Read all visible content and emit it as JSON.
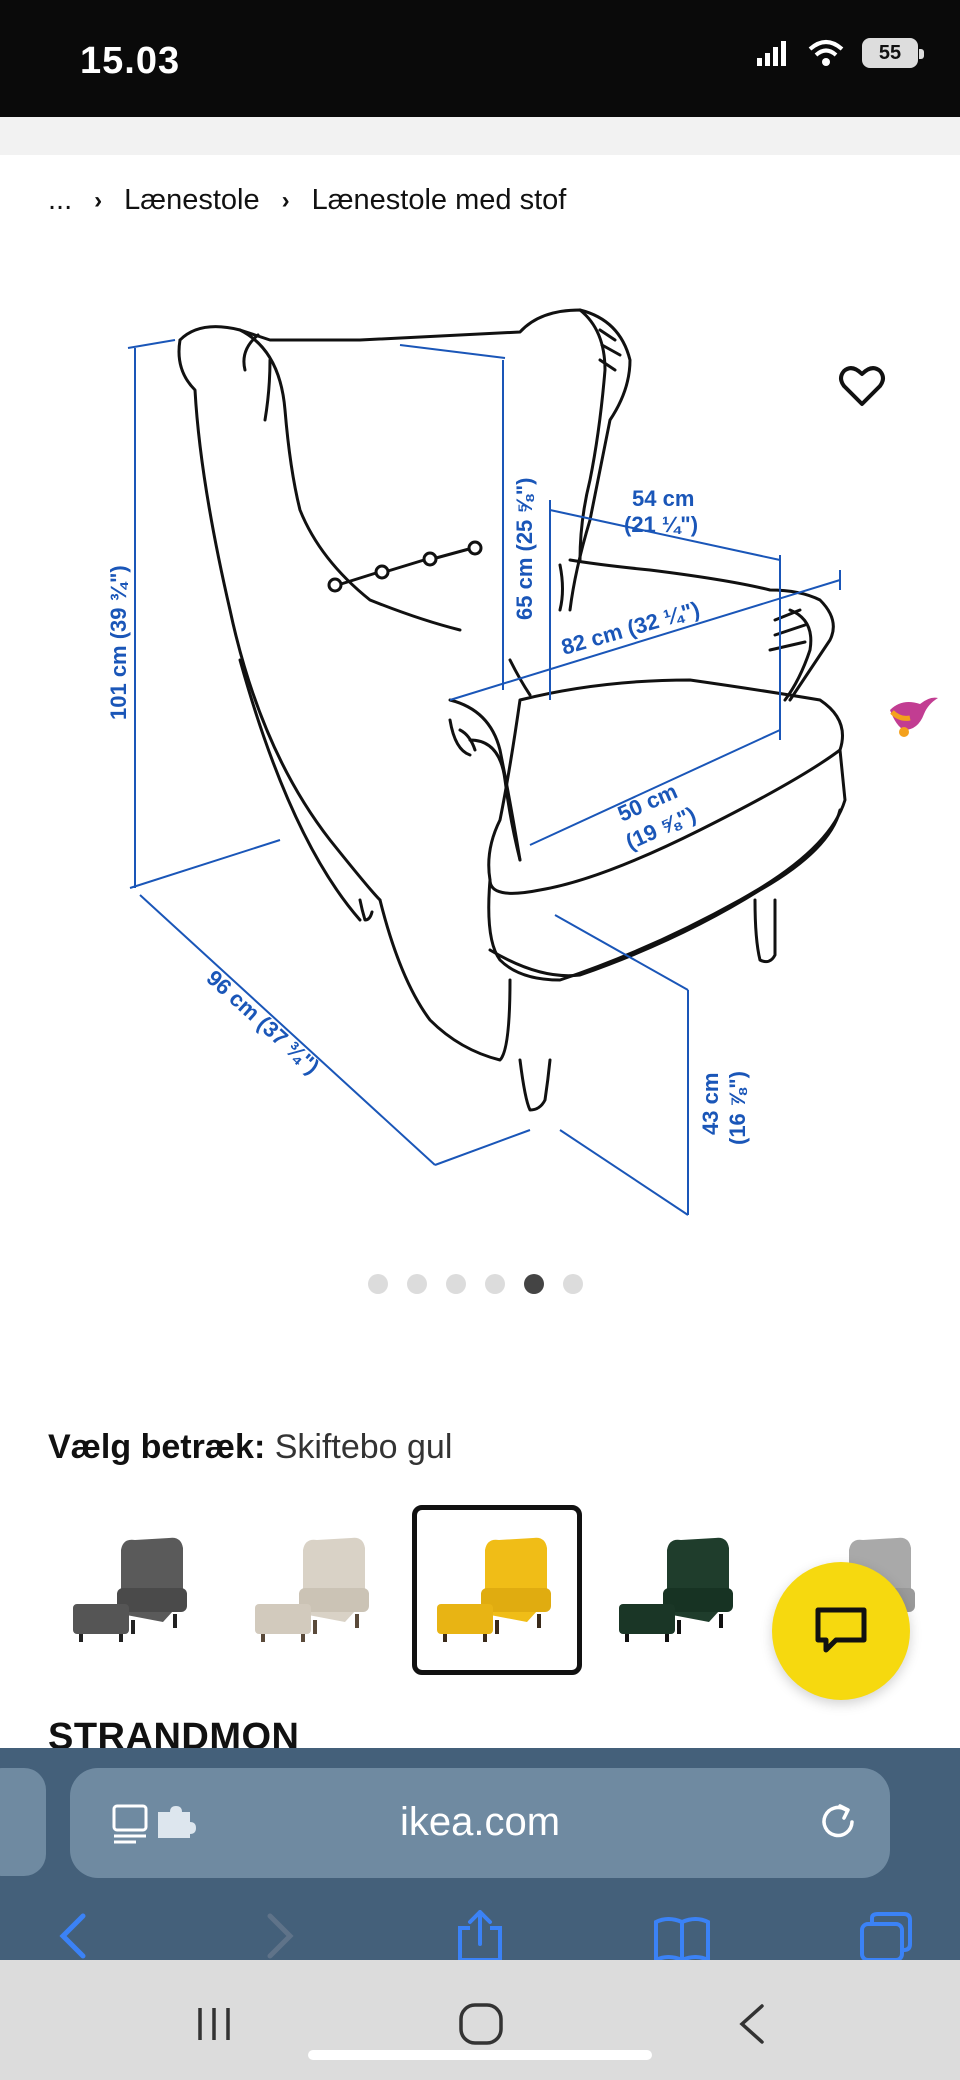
{
  "status_bar": {
    "time": "15.03",
    "battery": "55"
  },
  "breadcrumb": {
    "ellipsis": "...",
    "items": [
      "Lænestole",
      "Lænestole med stof"
    ]
  },
  "dimensions": {
    "height_total": "101 cm (39 ¾\")",
    "back_height": "65 cm (25 ⅝\")",
    "seat_width_top_cm": "54 cm",
    "seat_width_top_in": "(21 ¼\")",
    "width": "82 cm (32 ¼\")",
    "seat_depth_cm": "50 cm",
    "seat_depth_in": "(19 ⅝\")",
    "depth": "96 cm (37 ¾\")",
    "seat_height_cm": "43 cm",
    "seat_height_in": "(16 ⅞\")"
  },
  "carousel": {
    "total": 6,
    "active_index": 4
  },
  "cover": {
    "label": "Vælg betræk:",
    "value": "Skiftebo gul"
  },
  "swatches": [
    {
      "color": "#5a5a5a",
      "selected": false
    },
    {
      "color": "#d9d2c6",
      "selected": false
    },
    {
      "color": "#f0bd17",
      "selected": true
    },
    {
      "color": "#1f3d2c",
      "selected": false
    },
    {
      "color": "#a9a9a9",
      "selected": false
    }
  ],
  "product": {
    "name": "STRANDMON"
  },
  "browser": {
    "url": "ikea.com"
  },
  "colors": {
    "accent_yellow": "#f6d90f",
    "dimension_blue": "#1a56b8",
    "browser_bar": "#44607a"
  },
  "icons": {
    "favorite": "heart-outline-icon",
    "chat": "chat-bubble-icon",
    "reload": "reload-icon",
    "back": "chevron-left-icon",
    "forward": "chevron-right-icon",
    "share": "share-icon",
    "bookmarks": "book-icon",
    "tabs": "tabs-icon"
  }
}
